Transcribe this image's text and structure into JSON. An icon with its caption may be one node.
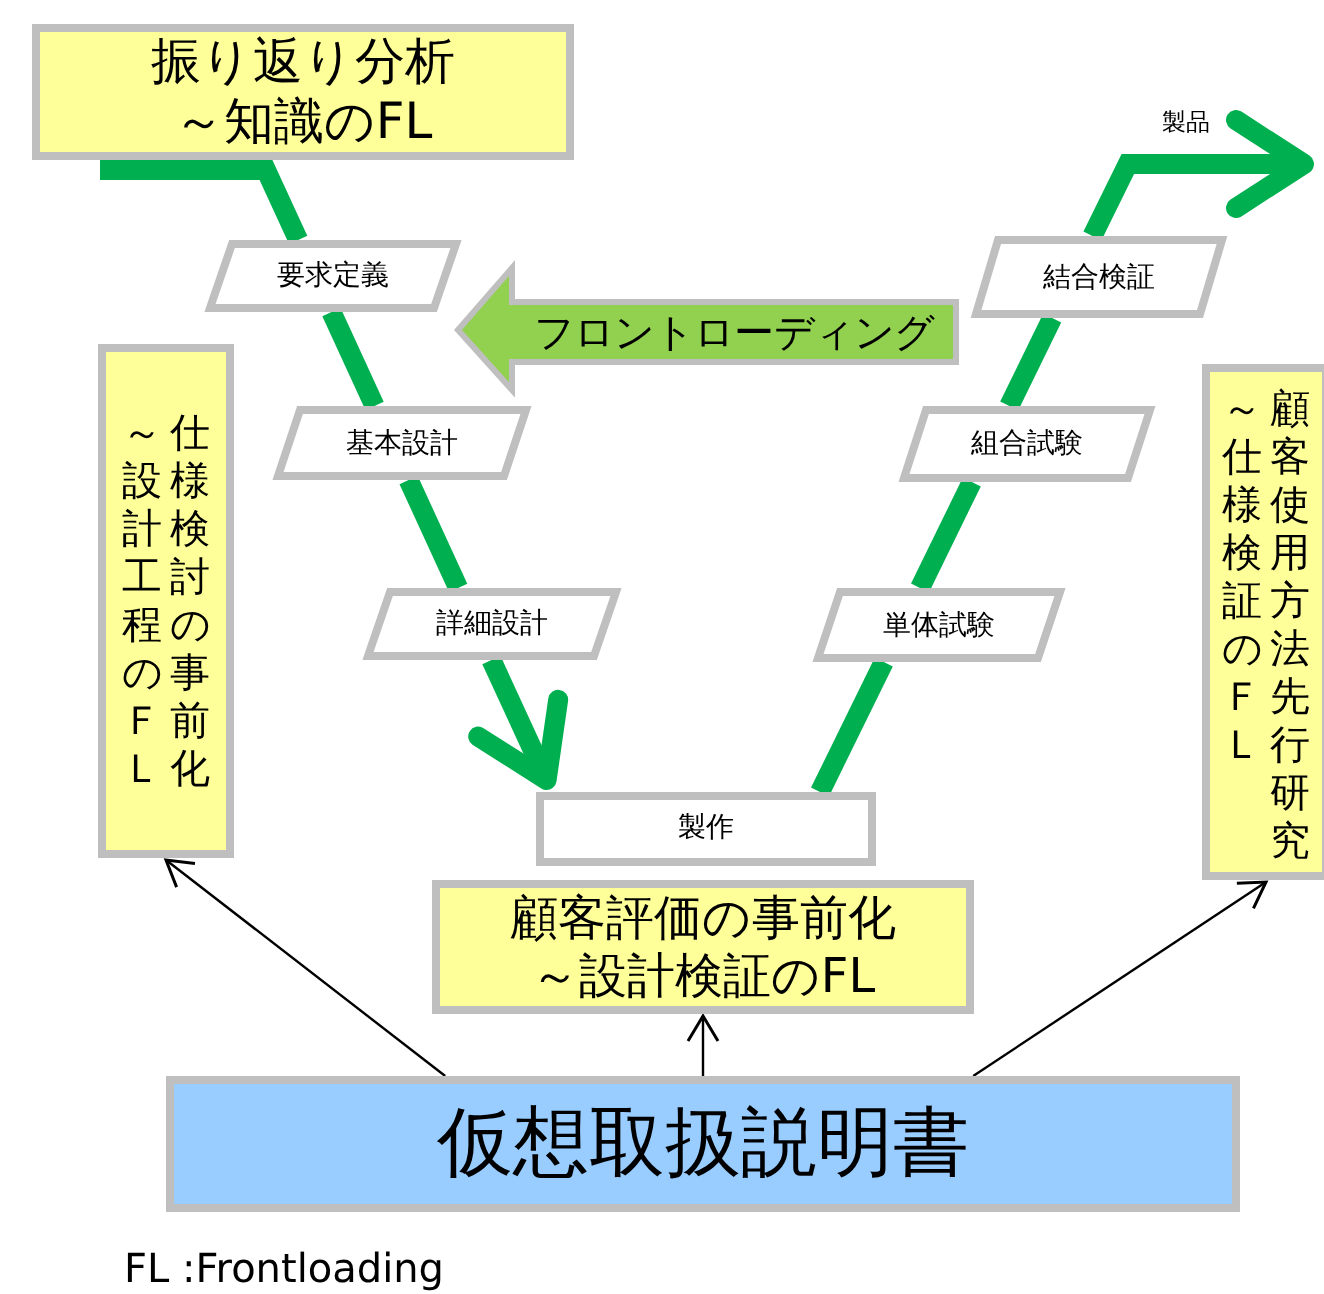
{
  "diagram": {
    "nodes": [
      {
        "text": [
          "振り返り分析～知識のFL"
        ]
      },
      {
        "text": [
          "要求定義"
        ]
      },
      {
        "text": [
          "フロントローディング"
        ]
      },
      {
        "text": [
          "基本設計"
        ]
      },
      {
        "text": [
          "詳細設計"
        ]
      },
      {
        "text": [
          "製作"
        ]
      },
      {
        "text": [
          "単体試験"
        ]
      },
      {
        "text": [
          "組合試験"
        ]
      },
      {
        "text": [
          "結合検証"
        ]
      },
      {
        "text": [
          "仕様検討の事前化～設計工程のＦＬ"
        ]
      },
      {
        "text": [
          "顧客使用方法先行研究～仕様検証のＦＬ"
        ]
      },
      {
        "text": [
          "顧客評価の事前化～設計検証のFL"
        ]
      },
      {
        "text": [
          "仮想取扱説明書"
        ]
      }
    ],
    "edges": [
      {
        "from": 0,
        "to": 1,
        "arrow": "none"
      },
      {
        "from": 1,
        "to": 3,
        "arrow": "none"
      },
      {
        "from": 3,
        "to": 4,
        "arrow": "none"
      },
      {
        "from": 4,
        "to": 5,
        "arrow": "to"
      },
      {
        "from": 5,
        "to": 6,
        "arrow": "none"
      },
      {
        "from": 6,
        "to": 7,
        "arrow": "none"
      },
      {
        "from": 7,
        "to": 8,
        "arrow": "none"
      },
      {
        "from": 8,
        "to": null,
        "arrow": "to"
      },
      {
        "from": 12,
        "to": 9,
        "arrow": "to",
        "color": "#000000"
      },
      {
        "from": 12,
        "to": 11,
        "arrow": "to",
        "color": "#000000"
      },
      {
        "from": 12,
        "to": 10,
        "arrow": "to",
        "color": "#000000"
      }
    ],
    "labels": [
      "製品",
      "FL :Frontloading"
    ]
  }
}
